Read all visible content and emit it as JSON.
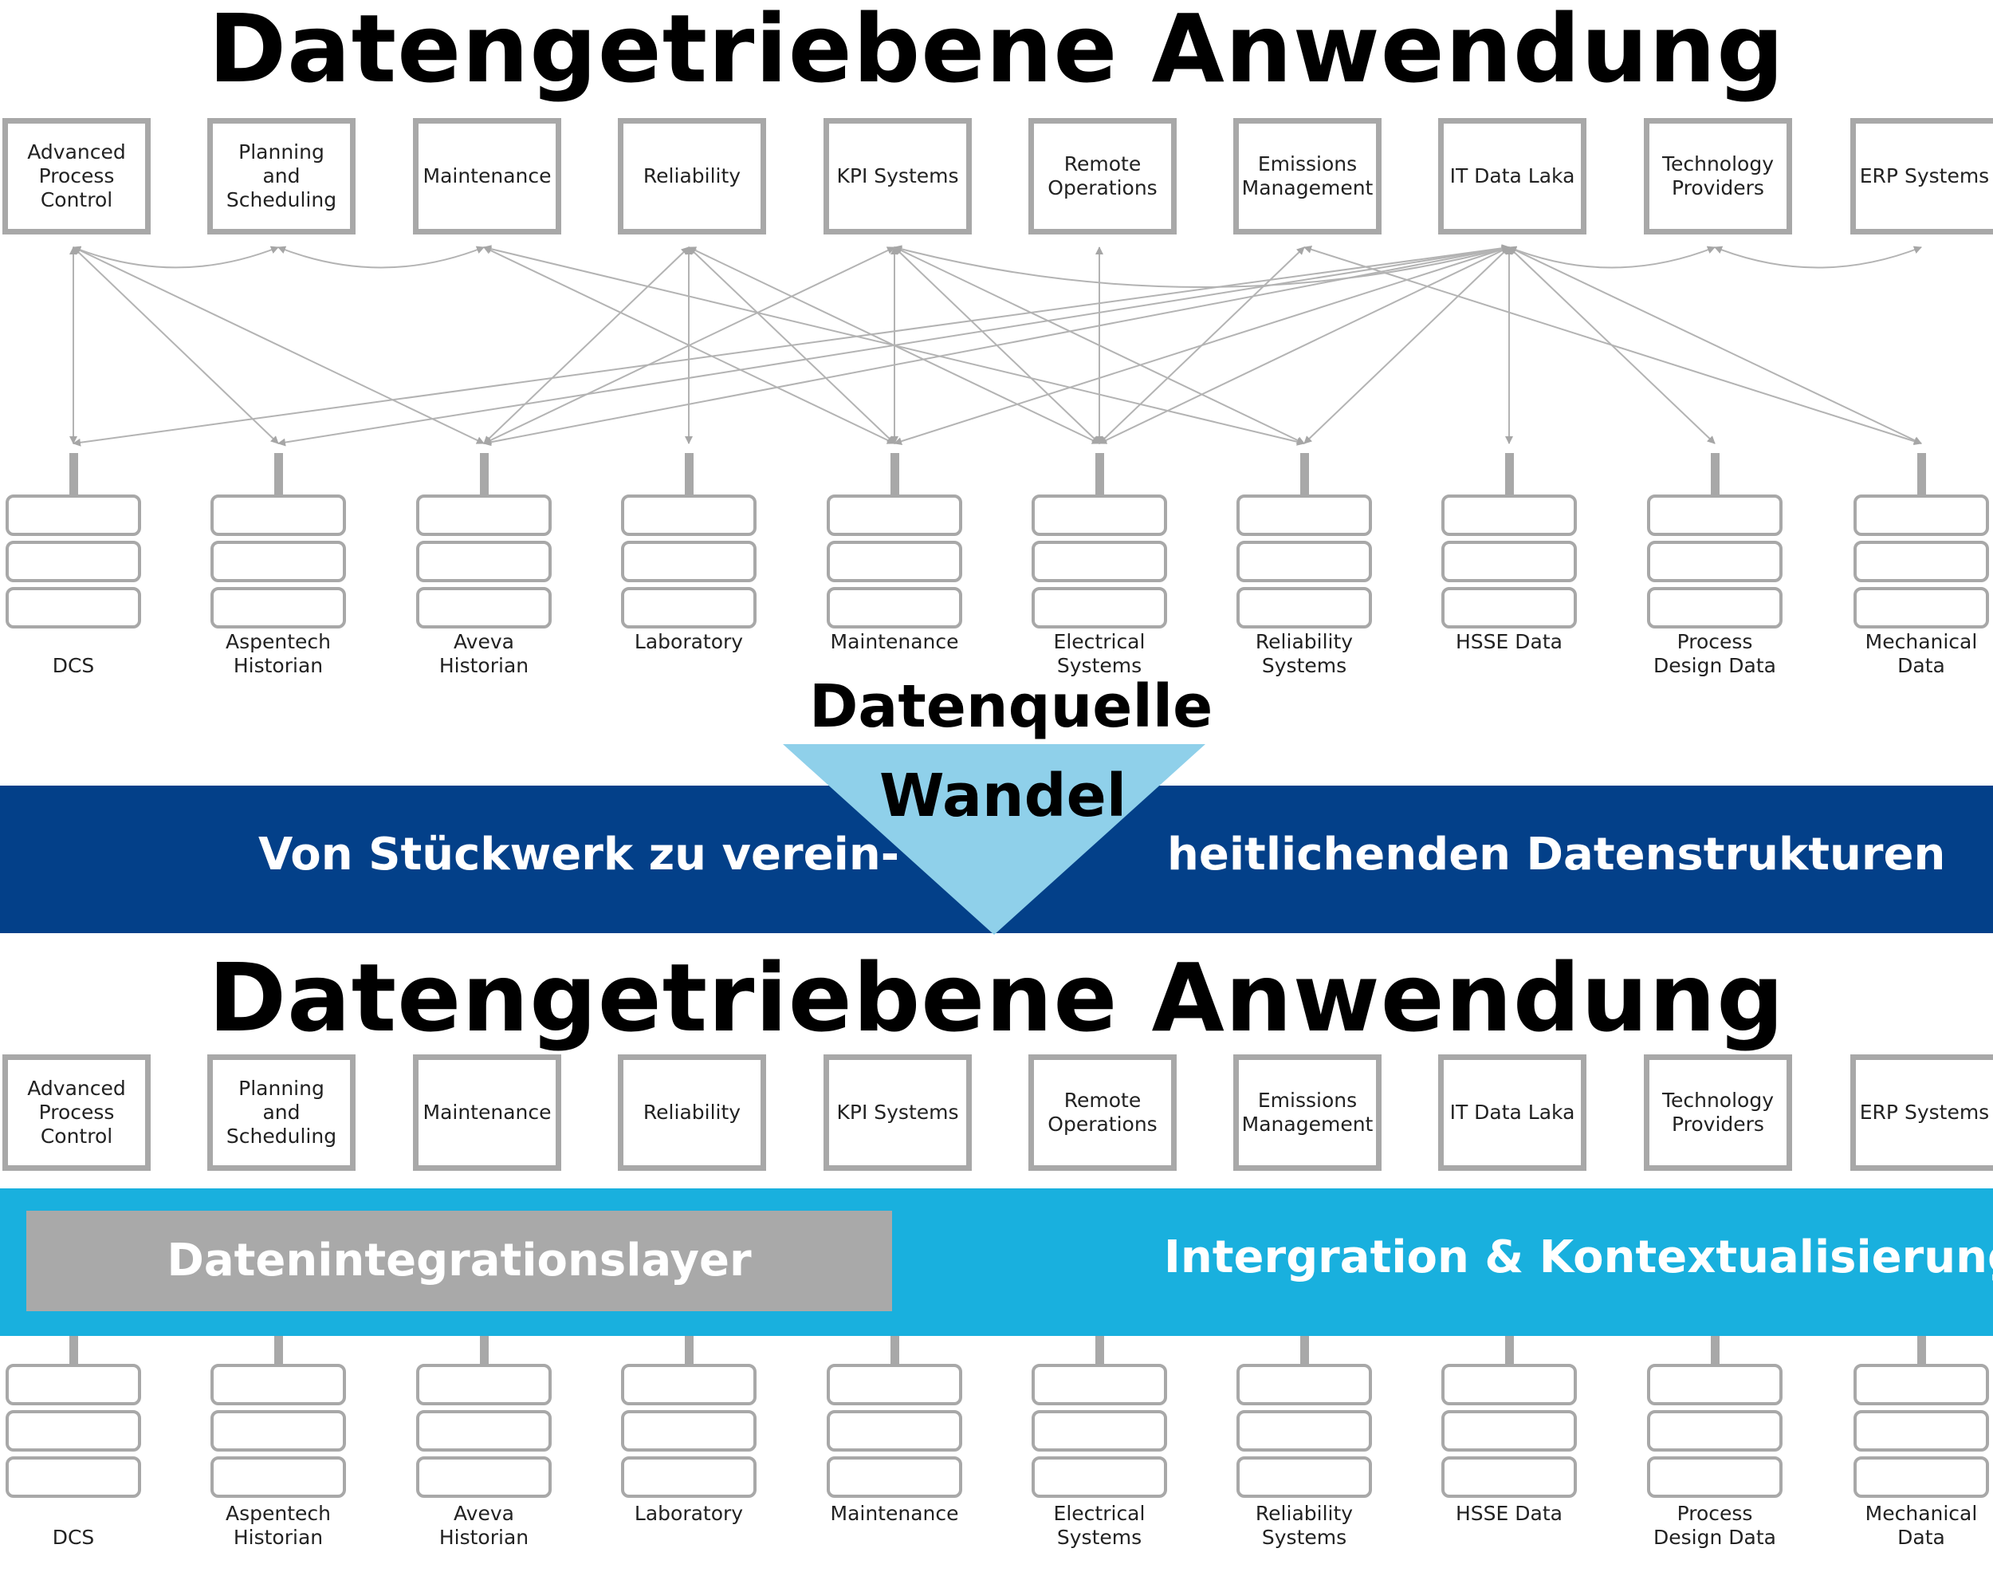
{
  "colors": {
    "box_border": "#a8a8a8",
    "arrow": "#b3b3b3",
    "dark_band": "#034089",
    "wandel_triangle": "#8fd0ea",
    "light_band": "#19b0de",
    "integration_box": "#a9a9a9"
  },
  "top": {
    "title": "Datengetriebene Anwendung",
    "apps": [
      [
        "Advanced",
        "Process",
        "Control"
      ],
      [
        "Planning",
        "and",
        "Scheduling"
      ],
      [
        "Maintenance"
      ],
      [
        "Reliability"
      ],
      [
        "KPI Systems"
      ],
      [
        "Remote",
        "Operations"
      ],
      [
        "Emissions",
        "Management"
      ],
      [
        "IT Data Laka"
      ],
      [
        "Technology",
        "Providers"
      ],
      [
        "ERP Systems"
      ]
    ],
    "sources": [
      [
        "DCS"
      ],
      [
        "Aspentech",
        "Historian"
      ],
      [
        "Aveva",
        "Historian"
      ],
      [
        "Laboratory"
      ],
      [
        "Maintenance"
      ],
      [
        "Electrical",
        "Systems"
      ],
      [
        "Reliability",
        "Systems"
      ],
      [
        "HSSE Data"
      ],
      [
        "Process",
        "Design Data"
      ],
      [
        "Mechanical",
        "Data"
      ]
    ],
    "source_label": "Datenquelle"
  },
  "transition": {
    "wandel": "Wandel",
    "left_text": "Von Stückwerk zu verein-",
    "right_text": "heitlichenden Datenstrukturen"
  },
  "bottom": {
    "title": "Datengetriebene Anwendung",
    "apps": [
      [
        "Advanced",
        "Process",
        "Control"
      ],
      [
        "Planning",
        "and",
        "Scheduling"
      ],
      [
        "Maintenance"
      ],
      [
        "Reliability"
      ],
      [
        "KPI Systems"
      ],
      [
        "Remote",
        "Operations"
      ],
      [
        "Emissions",
        "Management"
      ],
      [
        "IT Data Laka"
      ],
      [
        "Technology",
        "Providers"
      ],
      [
        "ERP Systems"
      ]
    ],
    "integration_layer": "Datenintegrationslayer",
    "integration_caption": "Intergration & Kontextualisierung",
    "sources": [
      [
        "DCS"
      ],
      [
        "Aspentech",
        "Historian"
      ],
      [
        "Aveva",
        "Historian"
      ],
      [
        "Laboratory"
      ],
      [
        "Maintenance"
      ],
      [
        "Electrical",
        "Systems"
      ],
      [
        "Reliability",
        "Systems"
      ],
      [
        "HSSE Data"
      ],
      [
        "Process",
        "Design Data"
      ],
      [
        "Mechanical",
        "Data"
      ]
    ]
  },
  "connections": [
    {
      "from": "app",
      "app": 0,
      "to": "source",
      "source": 0,
      "direction": "both"
    },
    {
      "from": "app",
      "app": 0,
      "to": "source",
      "source": 1,
      "direction": "both"
    },
    {
      "from": "app",
      "app": 0,
      "to": "source",
      "source": 2,
      "direction": "both"
    },
    {
      "from": "app",
      "app": 0,
      "to": "app",
      "target": 1,
      "direction": "both"
    },
    {
      "from": "app",
      "app": 1,
      "to": "app",
      "target": 2,
      "direction": "both"
    },
    {
      "from": "app",
      "app": 2,
      "to": "source",
      "source": 4,
      "direction": "both"
    },
    {
      "from": "app",
      "app": 2,
      "to": "source",
      "source": 6,
      "direction": "both"
    },
    {
      "from": "app",
      "app": 3,
      "to": "source",
      "source": 2,
      "direction": "both"
    },
    {
      "from": "app",
      "app": 3,
      "to": "source",
      "source": 3,
      "direction": "both"
    },
    {
      "from": "app",
      "app": 3,
      "to": "source",
      "source": 4,
      "direction": "both"
    },
    {
      "from": "app",
      "app": 3,
      "to": "source",
      "source": 5,
      "direction": "both"
    },
    {
      "from": "app",
      "app": 4,
      "to": "source",
      "source": 2,
      "direction": "both"
    },
    {
      "from": "app",
      "app": 4,
      "to": "source",
      "source": 4,
      "direction": "both"
    },
    {
      "from": "app",
      "app": 4,
      "to": "source",
      "source": 5,
      "direction": "both"
    },
    {
      "from": "app",
      "app": 4,
      "to": "source",
      "source": 6,
      "direction": "both"
    },
    {
      "from": "app",
      "app": 5,
      "to": "source",
      "source": 5,
      "direction": "both"
    },
    {
      "from": "app",
      "app": 6,
      "to": "source",
      "source": 5,
      "direction": "both"
    },
    {
      "from": "app",
      "app": 6,
      "to": "source",
      "source": 9,
      "direction": "both"
    },
    {
      "from": "app",
      "app": 7,
      "to": "source",
      "source": 0,
      "direction": "both"
    },
    {
      "from": "app",
      "app": 7,
      "to": "source",
      "source": 1,
      "direction": "both"
    },
    {
      "from": "app",
      "app": 7,
      "to": "source",
      "source": 2,
      "direction": "both"
    },
    {
      "from": "app",
      "app": 7,
      "to": "source",
      "source": 4,
      "direction": "both"
    },
    {
      "from": "app",
      "app": 7,
      "to": "source",
      "source": 5,
      "direction": "both"
    },
    {
      "from": "app",
      "app": 7,
      "to": "source",
      "source": 6,
      "direction": "both"
    },
    {
      "from": "app",
      "app": 7,
      "to": "source",
      "source": 7,
      "direction": "both"
    },
    {
      "from": "app",
      "app": 7,
      "to": "source",
      "source": 8,
      "direction": "both"
    },
    {
      "from": "app",
      "app": 7,
      "to": "source",
      "source": 9,
      "direction": "both"
    },
    {
      "from": "app",
      "app": 7,
      "to": "app",
      "target": 8,
      "direction": "both"
    },
    {
      "from": "app",
      "app": 8,
      "to": "app",
      "target": 9,
      "direction": "both"
    },
    {
      "from": "app",
      "app": 4,
      "to": "app",
      "target": 7,
      "direction": "both"
    }
  ]
}
